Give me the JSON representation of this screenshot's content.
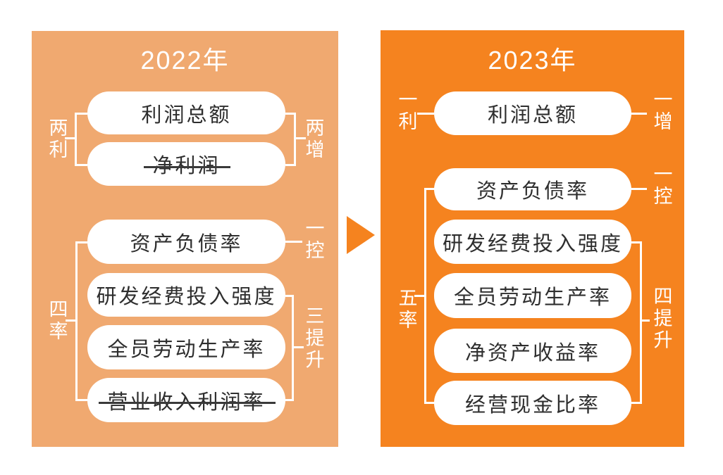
{
  "figure": {
    "type": "year-comparison-diagram",
    "arrow_icon": "right-arrow"
  },
  "left_panel": {
    "title": "2022年",
    "side_labels": {
      "profits_group": "两利",
      "rates_group": "四率",
      "increase_group": "两增",
      "control_label": "一控",
      "improve_group": "三提升"
    },
    "boxes": [
      {
        "label": "利润总额",
        "struck": false
      },
      {
        "label": "净利润",
        "struck": true
      },
      {
        "label": "资产负债率",
        "struck": false
      },
      {
        "label": "研发经费投入强度",
        "struck": false
      },
      {
        "label": "全员劳动生产率",
        "struck": false
      },
      {
        "label": "营业收入利润率",
        "struck": true
      }
    ]
  },
  "right_panel": {
    "title": "2023年",
    "side_labels": {
      "profit_label": "一利",
      "rates_group": "五率",
      "increase_label": "一增",
      "control_label": "一控",
      "improve_group": "四提升"
    },
    "boxes": [
      {
        "label": "利润总额",
        "struck": false
      },
      {
        "label": "资产负债率",
        "struck": false
      },
      {
        "label": "研发经费投入强度",
        "struck": false
      },
      {
        "label": "全员劳动生产率",
        "struck": false
      },
      {
        "label": "净资产收益率",
        "struck": false
      },
      {
        "label": "经营现金比率",
        "struck": false
      }
    ]
  },
  "colors": {
    "left_panel_bg": "#F0A970",
    "right_panel_bg": "#F5831F",
    "arrow": "#F5831F",
    "box_bg": "#FFFFFF",
    "box_text": "#2E2E2E",
    "label_text": "#FFFFFF",
    "strike": "#3A3A3A",
    "page_bg": "#FFFFFF"
  }
}
